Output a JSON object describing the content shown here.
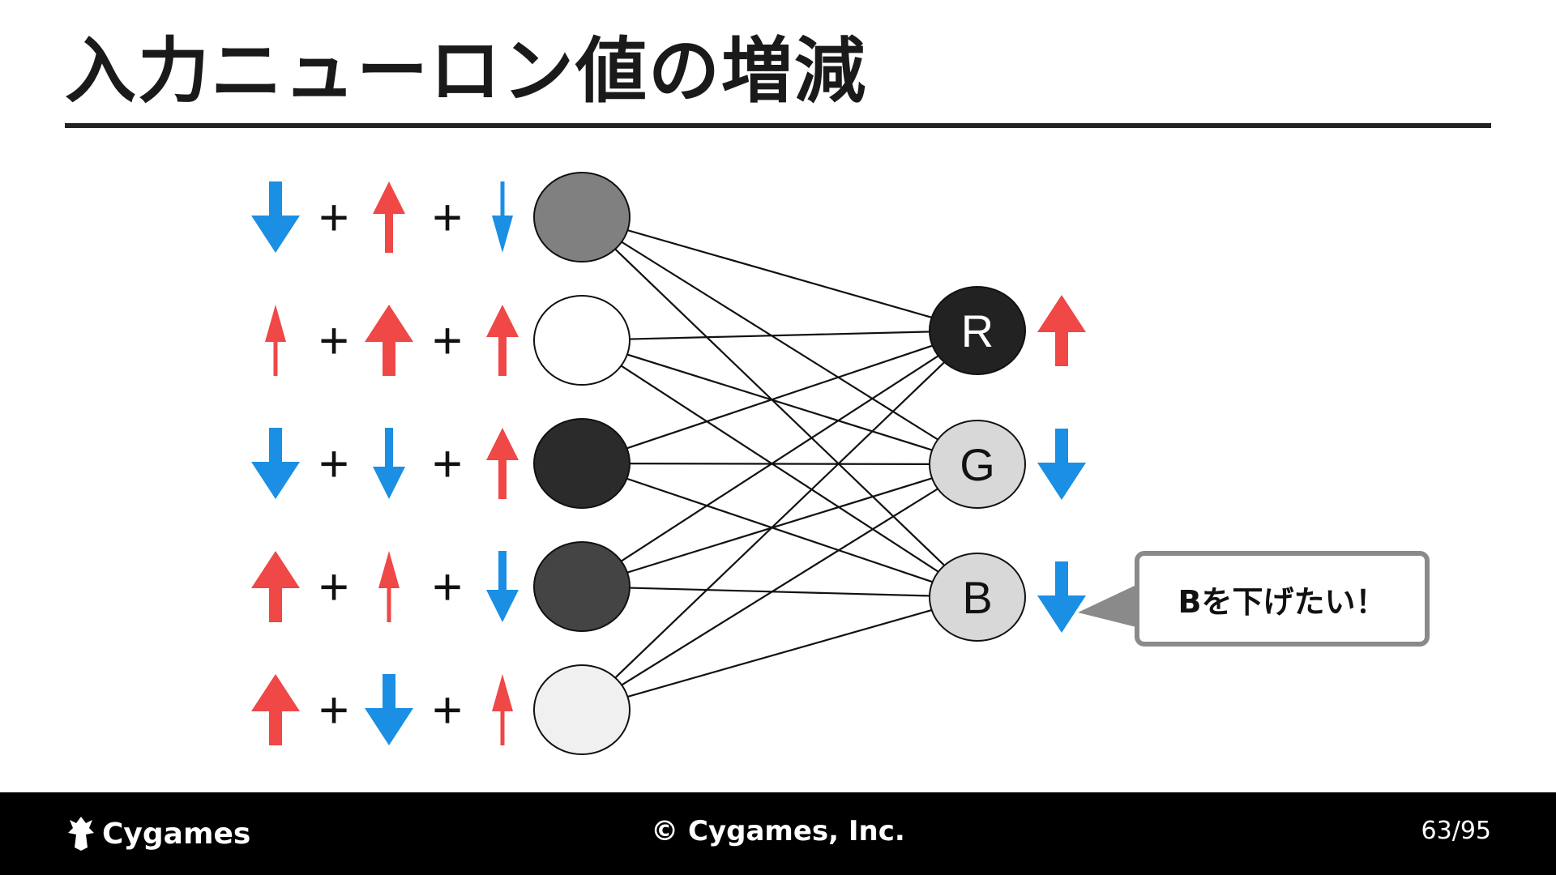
{
  "title": "入力ニューロン値の増減",
  "colors": {
    "up_arrow": "#f04747",
    "down_arrow": "#1a8fe3",
    "edge": "#111111",
    "callout_border": "#8a8a8a"
  },
  "input_neurons": [
    {
      "fill": "#808080",
      "arrows": [
        {
          "dir": "down",
          "weight": "large"
        },
        {
          "dir": "up",
          "weight": "medium"
        },
        {
          "dir": "down",
          "weight": "small"
        }
      ]
    },
    {
      "fill": "#ffffff",
      "arrows": [
        {
          "dir": "up",
          "weight": "small"
        },
        {
          "dir": "up",
          "weight": "large"
        },
        {
          "dir": "up",
          "weight": "medium"
        }
      ]
    },
    {
      "fill": "#2b2b2b",
      "arrows": [
        {
          "dir": "down",
          "weight": "large"
        },
        {
          "dir": "down",
          "weight": "medium"
        },
        {
          "dir": "up",
          "weight": "medium"
        }
      ]
    },
    {
      "fill": "#444444",
      "arrows": [
        {
          "dir": "up",
          "weight": "large"
        },
        {
          "dir": "up",
          "weight": "small"
        },
        {
          "dir": "down",
          "weight": "medium"
        }
      ]
    },
    {
      "fill": "#f0f0f0",
      "arrows": [
        {
          "dir": "up",
          "weight": "large"
        },
        {
          "dir": "down",
          "weight": "large"
        },
        {
          "dir": "up",
          "weight": "small"
        }
      ]
    }
  ],
  "plus_sign": "+",
  "output_neurons": [
    {
      "label": "R",
      "fill": "#222222",
      "text_color": "#ffffff",
      "arrow": "up"
    },
    {
      "label": "G",
      "fill": "#d8d8d8",
      "text_color": "#111111",
      "arrow": "down"
    },
    {
      "label": "B",
      "fill": "#d8d8d8",
      "text_color": "#111111",
      "arrow": "down"
    }
  ],
  "callout": {
    "text": "Bを下げたい！"
  },
  "footer": {
    "brand": "Cygames",
    "copyright": "© Cygames, Inc.",
    "page": "63/95"
  }
}
